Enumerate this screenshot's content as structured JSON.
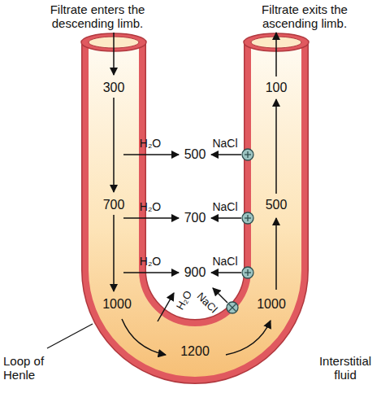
{
  "diagram": {
    "labels": [
      "Filtrate enters the descending limb.",
      "Filtrate exits the ascending limb.",
      "300",
      "H₂O",
      "500",
      "NaCl",
      "100",
      "700",
      "H₂O",
      "700",
      "NaCl",
      "500",
      "H₂O",
      "900",
      "NaCl",
      "1000",
      "H₂O",
      "NaCl",
      "1000",
      "1200",
      "Loop of Henle",
      "Interstitial fluid"
    ]
  }
}
